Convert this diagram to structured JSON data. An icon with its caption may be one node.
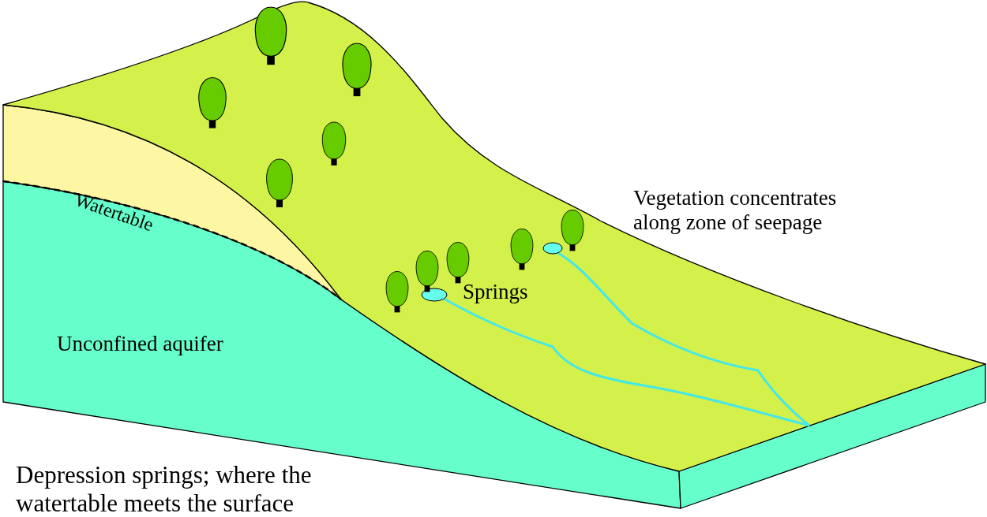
{
  "diagram": {
    "labels": [
      "Watertable",
      "Vegetation concentrates along zone of seepage",
      "Springs",
      "Unconfined aquifer",
      "Depression springs; where the watertable meets the surface"
    ]
  }
}
